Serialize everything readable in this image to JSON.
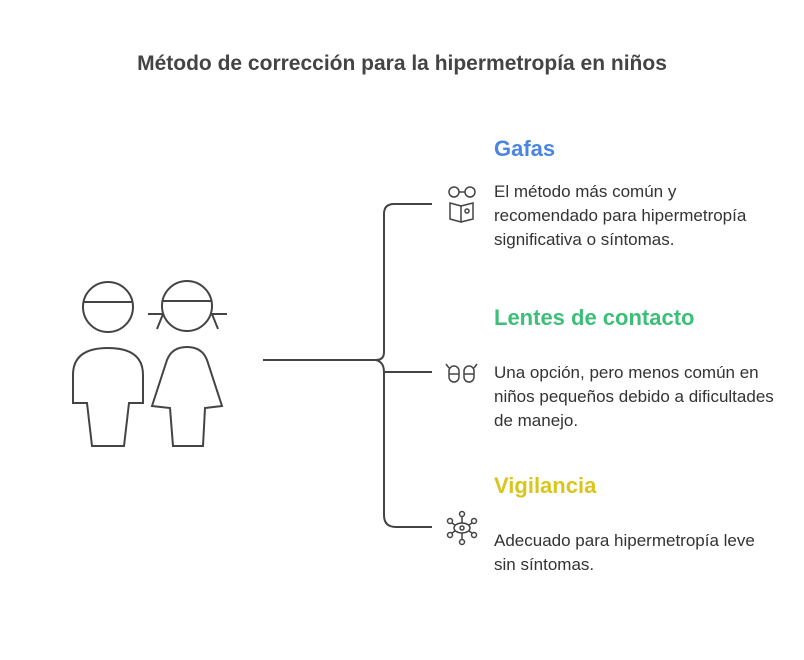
{
  "title": "Método de corrección para la hipermetropía en niños",
  "items": [
    {
      "heading": "Gafas",
      "description": "El método más común y recomendado para hipermetropía significativa o síntomas.",
      "color": "#4a86e0",
      "icon": "glasses-book-icon"
    },
    {
      "heading": "Lentes de contacto",
      "description": "Una opción, pero menos común en niños pequeños debido a dificultades de manejo.",
      "color": "#3cbf78",
      "icon": "contact-lenses-icon"
    },
    {
      "heading": "Vigilancia",
      "description": "Adecuado para hipermetropía leve sin síntomas.",
      "color": "#d9c51c",
      "icon": "eye-network-icon"
    }
  ]
}
